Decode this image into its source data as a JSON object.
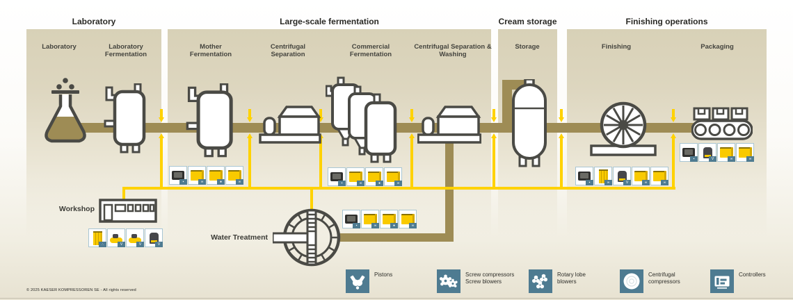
{
  "copyright": "© 2025 KAESER KOMPRESSOREN SE - All rights reserved",
  "sections": [
    {
      "title": "Laboratory",
      "columns": [
        "Laboratory",
        "Laboratory Fermentation"
      ]
    },
    {
      "title": "Large-scale fermentation",
      "columns": [
        "Mother Fermentation",
        "Centrifugal Separation",
        "Commercial Fermentation",
        "Centrifugal Separation & Washing"
      ]
    },
    {
      "title": "Cream storage",
      "columns": [
        "Storage"
      ]
    },
    {
      "title": "Finishing operations",
      "columns": [
        "Finishing",
        "Packaging"
      ]
    }
  ],
  "labels": {
    "workshop": "Workshop",
    "water_treatment": "Water Treatment"
  },
  "legend": [
    {
      "icon": "pistons-icon",
      "label": "Pistons"
    },
    {
      "icon": "screw-icon",
      "label": "Screw compressors Screw blowers"
    },
    {
      "icon": "rotary-lobe-icon",
      "label": "Rotary lobe blowers"
    },
    {
      "icon": "centrifugal-icon",
      "label": "Centrifugal compressors"
    },
    {
      "icon": "controllers-icon",
      "label": "Controllers"
    }
  ],
  "colors": {
    "product_pipe": "#9e8c55",
    "air_line": "#ffd200",
    "legend_blue": "#4e7b91",
    "box_beige": "#dcd4bc",
    "outline": "#4a4a45"
  },
  "badge_glyphs": {
    "controller": "▪",
    "screw": "∞",
    "centrifugal": "●",
    "piston": "V",
    "rotary": "∴"
  },
  "strips": {
    "mother": [
      {
        "type": "controller",
        "badge": "controller"
      },
      {
        "type": "compressor",
        "badge": "screw"
      },
      {
        "type": "compressor",
        "badge": "centrifugal"
      },
      {
        "type": "compressor",
        "badge": "screw"
      }
    ],
    "commercial": [
      {
        "type": "controller",
        "badge": "controller"
      },
      {
        "type": "compressor",
        "badge": "screw"
      },
      {
        "type": "compressor",
        "badge": "centrifugal"
      },
      {
        "type": "compressor",
        "badge": "screw"
      }
    ],
    "water": [
      {
        "type": "controller",
        "badge": "controller"
      },
      {
        "type": "compressor",
        "badge": "screw"
      },
      {
        "type": "compressor",
        "badge": "centrifugal"
      },
      {
        "type": "compressor",
        "badge": "screw"
      }
    ],
    "finishing": [
      {
        "type": "controller",
        "badge": "controller"
      },
      {
        "type": "blower",
        "badge": "screw"
      },
      {
        "type": "booster",
        "badge": "piston"
      },
      {
        "type": "compressor",
        "badge": "screw"
      },
      {
        "type": "compressor",
        "badge": "screw"
      }
    ],
    "packaging": [
      {
        "type": "controller",
        "badge": "controller"
      },
      {
        "type": "booster",
        "badge": "piston"
      },
      {
        "type": "compressor",
        "badge": "screw"
      },
      {
        "type": "compressor",
        "badge": "screw"
      }
    ],
    "workshop": [
      {
        "type": "blower",
        "badge": "rotary"
      },
      {
        "type": "piston_tank",
        "badge": "piston"
      },
      {
        "type": "piston_tank",
        "badge": "piston"
      },
      {
        "type": "booster",
        "badge": "piston"
      }
    ]
  }
}
